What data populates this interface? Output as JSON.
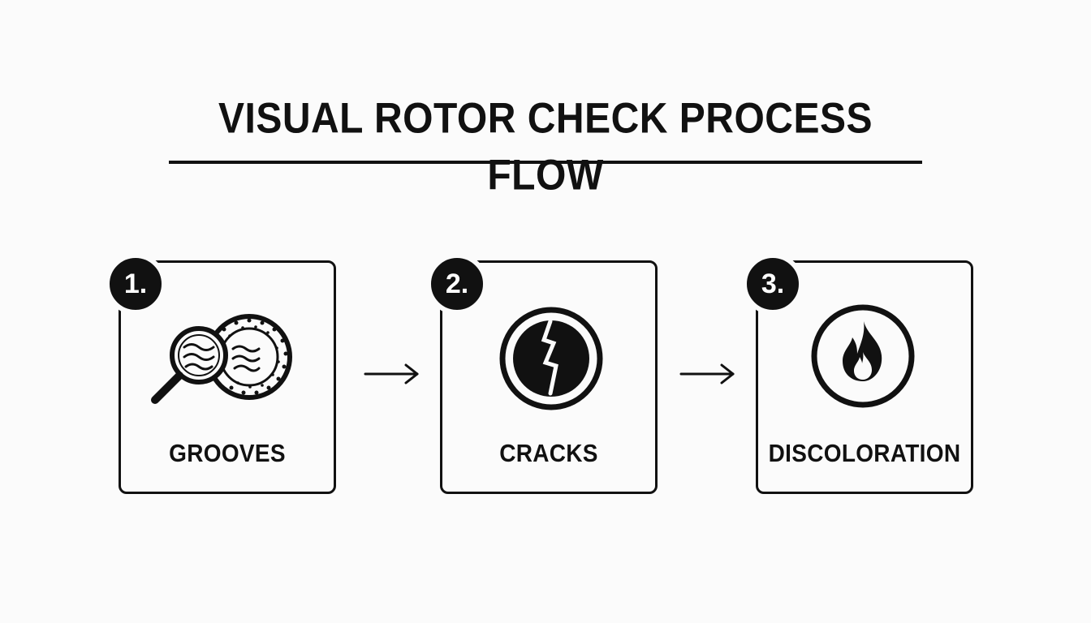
{
  "diagram": {
    "title": "VISUAL ROTOR CHECK PROCESS FLOW",
    "steps": [
      {
        "number": "1.",
        "label": "GROOVES",
        "icon": "magnifier-rotor-grooves-icon"
      },
      {
        "number": "2.",
        "label": "CRACKS",
        "icon": "cracked-rotor-icon"
      },
      {
        "number": "3.",
        "label": "DISCOLORATION",
        "icon": "flame-icon"
      }
    ],
    "connectors": [
      "right-arrow-icon",
      "right-arrow-icon"
    ],
    "colors": {
      "ink": "#111111",
      "background": "#fbfbfb"
    }
  }
}
